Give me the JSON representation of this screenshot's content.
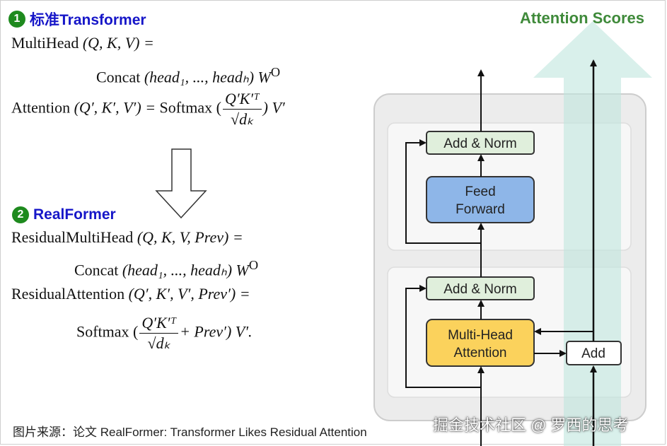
{
  "section1": {
    "number": "1",
    "title": "标准Transformer",
    "eq_multihead": {
      "lhs": "MultiHead",
      "args": "(Q, K, V) ="
    },
    "eq_concat": {
      "name": "Concat",
      "args": "(head₁, ..., headₕ) W",
      "sup": "O"
    },
    "eq_attention": {
      "lhs": "Attention",
      "args": "(Q′, K′, V′) =",
      "func": "Softmax (",
      "num": "Q′K′ᵀ",
      "den": "√dₖ",
      "tail": ") V′"
    }
  },
  "section2": {
    "number": "2",
    "title": "RealFormer",
    "eq_multihead": {
      "lhs": "ResidualMultiHead",
      "args": "(Q, K, V, Prev) ="
    },
    "eq_concat": {
      "name": "Concat",
      "args": "(head₁, ..., headₕ) W",
      "sup": "O"
    },
    "eq_attention": {
      "lhs": "ResidualAttention",
      "args": "(Q′, K′, V′, Prev′) ="
    },
    "eq_softmax": {
      "func": "Softmax (",
      "num": "Q′K′ᵀ",
      "den": "√dₖ",
      "tail": "+ Prev′) V′."
    }
  },
  "diagram": {
    "scores_label": "Attention Scores",
    "add_norm_top": "Add & Norm",
    "feed_forward": [
      "Feed",
      "Forward"
    ],
    "add_norm_bottom": "Add & Norm",
    "multi_head": [
      "Multi-Head",
      "Attention"
    ],
    "add": "Add"
  },
  "caption": "图片来源：论文 RealFormer: Transformer Likes Residual Attention",
  "watermark": "掘金技术社区 @ 罗西的思考",
  "colors": {
    "heading_blue": "#1616c8",
    "number_green": "#1e8a1e",
    "scores_green": "#3f8a3a",
    "band_teal": "#d4efea",
    "add_norm_fill": "#e0efdc",
    "feed_forward_fill": "#8eb6e8",
    "multi_head_fill": "#fbd25c"
  }
}
